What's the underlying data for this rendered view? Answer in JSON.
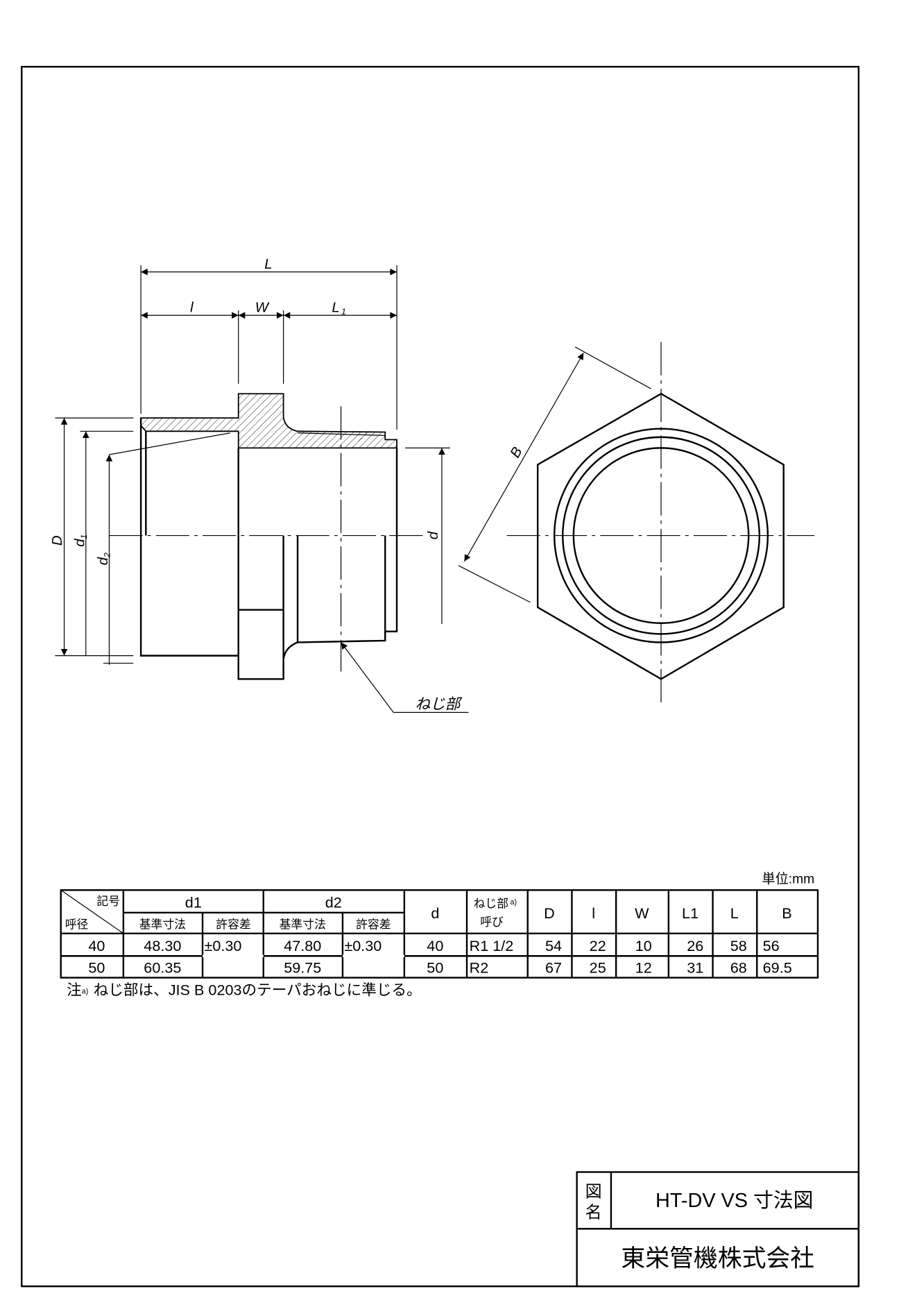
{
  "drawing": {
    "dim_L": "L",
    "dim_l": "l",
    "dim_W": "W",
    "dim_L1": "L",
    "dim_L1_sub": "1",
    "dim_D": "D",
    "dim_d1": "d",
    "dim_d1_sub": "1",
    "dim_d2": "d",
    "dim_d2_sub": "2",
    "dim_d": "d",
    "dim_B": "B",
    "thread_label": "ねじ部"
  },
  "table": {
    "unit": "単位:mm",
    "corner_symbol": "記号",
    "corner_size": "呼径",
    "d1": "d1",
    "d2": "d2",
    "basic": "基準寸法",
    "tolerance": "許容差",
    "d": "d",
    "thread": "ねじ部",
    "thread_note": "a)",
    "thread_call": "呼び",
    "cols": [
      "D",
      "l",
      "W",
      "L1",
      "L",
      "B"
    ],
    "rows": [
      {
        "size": "40",
        "d1": "48.30",
        "d1_tol": "±0.30",
        "d2": "47.80",
        "d2_tol": "±0.30",
        "d": "40",
        "thread": "R1 1/2",
        "D": "54",
        "l": "22",
        "W": "10",
        "L1": "26",
        "L": "58",
        "B": "56"
      },
      {
        "size": "50",
        "d1": "60.35",
        "d2": "59.75",
        "d": "50",
        "thread": "R2",
        "D": "67",
        "l": "25",
        "W": "12",
        "L1": "31",
        "L": "68",
        "B": "69.5"
      }
    ],
    "note_prefix": "注",
    "note_mark": "a)",
    "note_text": "ねじ部は、JIS B 0203のテーパおねじに準じる。"
  },
  "title_block": {
    "label_1": "図",
    "label_2": "名",
    "drawing_name": "HT-DV VS 寸法図",
    "company": "東栄管機株式会社"
  }
}
